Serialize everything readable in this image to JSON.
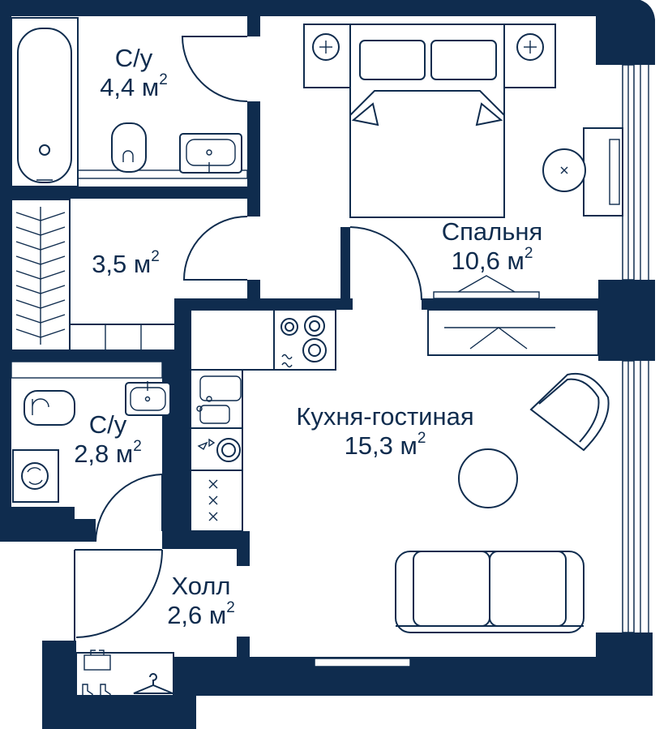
{
  "colors": {
    "wall": "#0f2c4e",
    "background": "#ffffff"
  },
  "area_unit": "м",
  "area_exponent": "2",
  "rooms": {
    "bathroom_top": {
      "name": "С/у",
      "area": "4,4"
    },
    "storage": {
      "name": "",
      "area": "3,5"
    },
    "bathroom_small": {
      "name": "С/у",
      "area": "2,8"
    },
    "bedroom": {
      "name": "Спальня",
      "area": "10,6"
    },
    "kitchen_living": {
      "name": "Кухня-гостиная",
      "area": "15,3"
    },
    "hall": {
      "name": "Холл",
      "area": "2,6"
    }
  },
  "icons": [
    "bathtub-icon",
    "toilet-icon",
    "sink-icon",
    "wardrobe-icon",
    "bed-icon",
    "nightstand-icon",
    "desk-icon",
    "lamp-icon",
    "tv-icon",
    "stove-icon",
    "kitchen-sink-icon",
    "dishwasher-icon",
    "fridge-icon",
    "armchair-icon",
    "round-table-icon",
    "sofa-icon",
    "washing-machine-icon",
    "shoe-rack-icon",
    "hanger-icon"
  ]
}
